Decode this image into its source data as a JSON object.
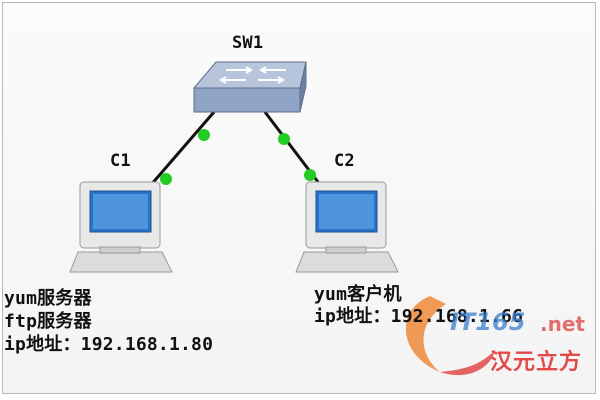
{
  "nodes": {
    "switch": {
      "name": "SW1"
    },
    "c1": {
      "name": "C1",
      "info": [
        "yum服务器",
        "ftp服务器",
        "ip地址：192.168.1.80"
      ]
    },
    "c2": {
      "name": "C2",
      "info": [
        "yum客户机",
        "ip地址：192.168.1.66"
      ]
    }
  },
  "links": [
    {
      "from": "switch",
      "to": "c1"
    },
    {
      "from": "switch",
      "to": "c2"
    }
  ],
  "watermark": {
    "brand": "IT165",
    "tld": ".net",
    "cn": "汉元立方"
  },
  "colors": {
    "link_dot": "#22cc22",
    "switch_body": "#8fa3c4",
    "monitor_screen": "#2a73c8",
    "watermark": "#e24a4a"
  }
}
